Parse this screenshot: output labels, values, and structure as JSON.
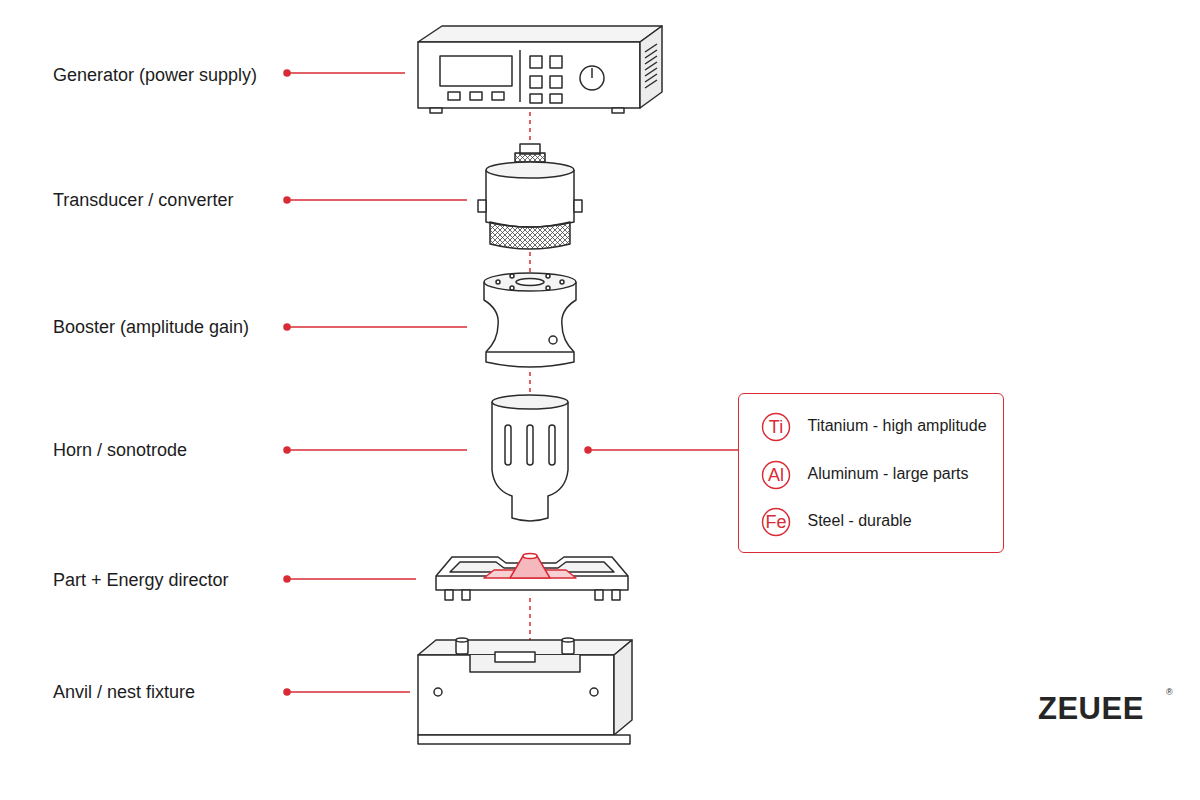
{
  "diagram": {
    "nodes": [
      {
        "text": [
          "Titanium - high amplitude",
          "Aluminum - large parts",
          "Steel - durable"
        ]
      },
      {
        "text": [
          "Ti"
        ],
        "in": 0
      },
      {
        "text": [
          "Al"
        ],
        "in": 0
      },
      {
        "text": [
          "Fe"
        ],
        "in": 0
      }
    ],
    "labels": [
      "Generator (power supply)",
      "Transducer / converter",
      "Booster (amplitude gain)",
      "Horn / sonotrode",
      "Part + Energy director",
      "Anvil / nest fixture",
      "ZEUEE",
      "®"
    ]
  }
}
